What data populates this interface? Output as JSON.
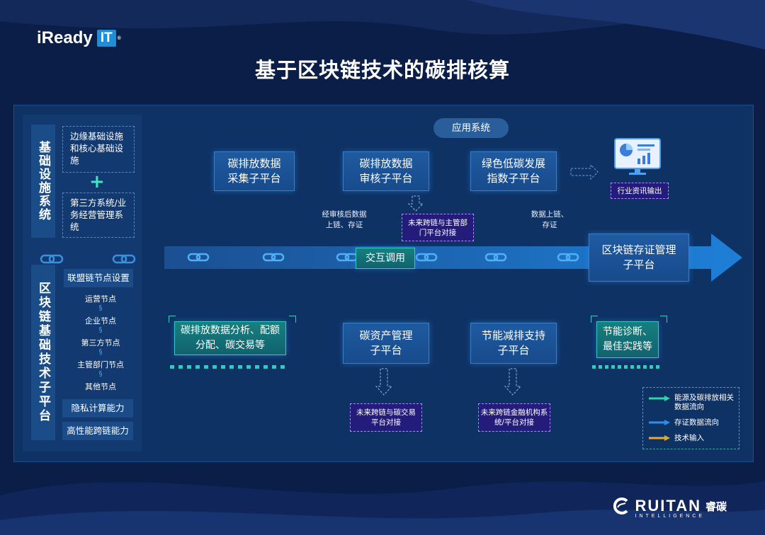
{
  "logo": {
    "brand": "iReady",
    "badge": "IT",
    "mark": "®"
  },
  "title": "基于区块链技术的碳排核算",
  "left": {
    "infra_label": "基础设施系统",
    "infra_box1": "边缘基础设施和核心基础设施",
    "plus": "+",
    "infra_box2": "第三方系统/业务经营管理系统",
    "chain_label": "区块链基础技术子平台",
    "alliance": "联盟链节点设置",
    "nodes": [
      "运营节点",
      "企业节点",
      "第三方节点",
      "主管部门节点",
      "其他节点"
    ],
    "privacy": "隐私计算能力",
    "crosschain": "高性能跨链能力"
  },
  "app_system": "应用系统",
  "top_modules": [
    "碳排放数据采集子平台",
    "碳排放数据审核子平台",
    "绿色低碳发展指数子平台"
  ],
  "industry_output": "行业资讯输出",
  "note_left": "经审核后数据上链、存证",
  "note_mid": "未来跨链与主管部门平台对接",
  "note_right": "数据上链、存证",
  "interact": "交互调用",
  "storage_module": "区块链存证管理子平台",
  "bottom_modules": [
    "碳排放数据分析、配额分配、碳交易等",
    "碳资产管理子平台",
    "节能减排支持子平台",
    "节能诊断、最佳实践等"
  ],
  "bottom_notes": [
    "未来跨链与碳交易平台对接",
    "未来跨链金融机构系统/平台对接"
  ],
  "legend": [
    {
      "text": "能源及碳排放相关数据流向",
      "color": "#2fd4a8"
    },
    {
      "text": "存证数据流向",
      "color": "#2d8fe8"
    },
    {
      "text": "技术输入",
      "color": "#e0a93a"
    }
  ],
  "footer": {
    "brand": "RUITAN",
    "cn": "睿碳",
    "sub": "INTELLIGENCE"
  }
}
